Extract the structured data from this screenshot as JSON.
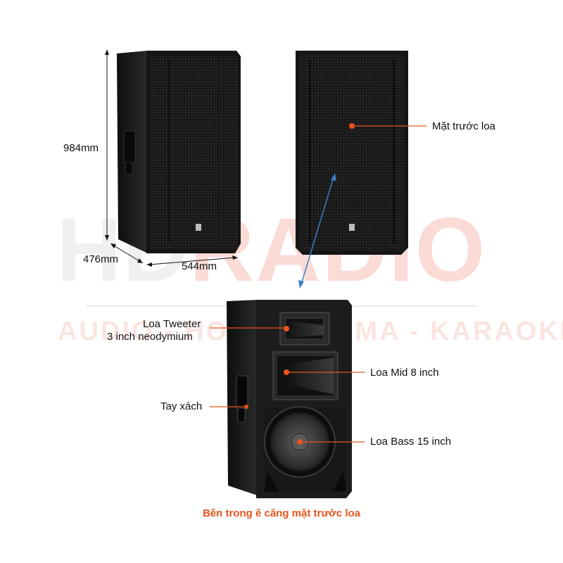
{
  "watermark": {
    "brand_gray": "HD",
    "brand_red": "RADIO",
    "tagline": "AUDIO - HOME CINEMA - KARAOKE"
  },
  "dimensions": {
    "height": "984mm",
    "depth": "476mm",
    "width": "544mm"
  },
  "callouts": {
    "front_face": "Mặt trước loa",
    "tweeter_line1": "Loa Tweeter",
    "tweeter_line2": "3 inch neodymium",
    "mid": "Loa Mid 8 inch",
    "handle": "Tay xách",
    "bass": "Loa Bass 15 inch"
  },
  "caption": "Bên trong ê căng mặt trước loa",
  "colors": {
    "accent": "#e8541c",
    "arrow": "#3a7fc4",
    "cabinet": "#1a1a1a"
  }
}
